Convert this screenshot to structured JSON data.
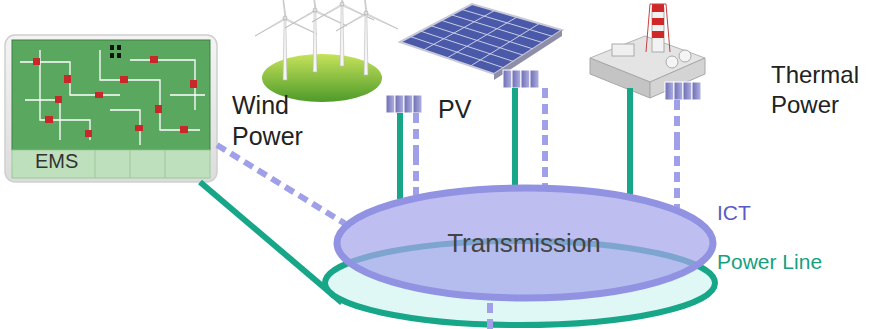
{
  "diagram": {
    "nodes": [
      {
        "text": [
          "EMS"
        ]
      },
      {
        "text": [
          "Wind Power"
        ]
      },
      {
        "text": [
          "PV"
        ]
      },
      {
        "text": [
          "Thermal Power"
        ]
      },
      {
        "text": [
          "Transmission"
        ]
      }
    ],
    "edges": [
      {
        "from": 0,
        "to": 4,
        "arrow": "none"
      },
      {
        "from": 0,
        "to": 4,
        "arrow": "none"
      },
      {
        "from": 1,
        "to": 4,
        "arrow": "none"
      },
      {
        "from": 1,
        "to": 4,
        "arrow": "none"
      },
      {
        "from": 2,
        "to": 4,
        "arrow": "none"
      },
      {
        "from": 2,
        "to": 4,
        "arrow": "none"
      },
      {
        "from": 3,
        "to": 4,
        "arrow": "none"
      },
      {
        "from": 3,
        "to": 4,
        "arrow": "none"
      }
    ],
    "labels": [
      "ICT",
      "Power Line"
    ]
  }
}
